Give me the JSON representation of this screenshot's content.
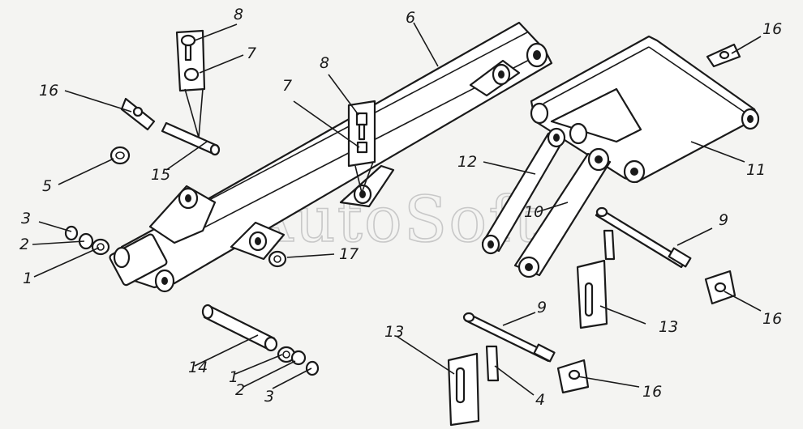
{
  "watermark": "AutoSoft",
  "callouts": [
    {
      "id": "c8a",
      "text": "8"
    },
    {
      "id": "c7a",
      "text": "7"
    },
    {
      "id": "c16a",
      "text": "16"
    },
    {
      "id": "c5",
      "text": "5"
    },
    {
      "id": "c15",
      "text": "15"
    },
    {
      "id": "c3a",
      "text": "3"
    },
    {
      "id": "c2a",
      "text": "2"
    },
    {
      "id": "c1a",
      "text": "1"
    },
    {
      "id": "c6",
      "text": "6"
    },
    {
      "id": "c8b",
      "text": "8"
    },
    {
      "id": "c7b",
      "text": "7"
    },
    {
      "id": "c17",
      "text": "17"
    },
    {
      "id": "c16b",
      "text": "16"
    },
    {
      "id": "c11",
      "text": "11"
    },
    {
      "id": "c12",
      "text": "12"
    },
    {
      "id": "c10",
      "text": "10"
    },
    {
      "id": "c9a",
      "text": "9"
    },
    {
      "id": "c16c",
      "text": "16"
    },
    {
      "id": "c13a",
      "text": "13"
    },
    {
      "id": "c14",
      "text": "14"
    },
    {
      "id": "c1b",
      "text": "1"
    },
    {
      "id": "c2b",
      "text": "2"
    },
    {
      "id": "c3b",
      "text": "3"
    },
    {
      "id": "c9b",
      "text": "9"
    },
    {
      "id": "c13b",
      "text": "13"
    },
    {
      "id": "c4",
      "text": "4"
    },
    {
      "id": "c16d",
      "text": "16"
    }
  ]
}
